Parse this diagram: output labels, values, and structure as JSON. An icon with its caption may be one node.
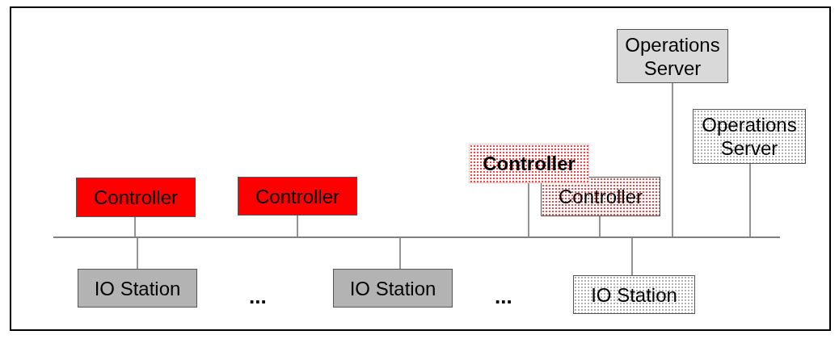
{
  "diagram": {
    "nodes": [
      {
        "text": [
          "Operations Server"
        ]
      },
      {
        "text": [
          "Operations Server"
        ]
      },
      {
        "text": [
          "Controller"
        ]
      },
      {
        "text": [
          "Controller"
        ]
      },
      {
        "text": [
          "Controller"
        ]
      },
      {
        "text": [
          "Controller"
        ]
      },
      {
        "text": [],
        "shape": "bar"
      },
      {
        "text": [
          "IO Station"
        ]
      },
      {
        "text": [
          "IO Station"
        ]
      },
      {
        "text": [
          "IO Station"
        ]
      }
    ],
    "edges": [
      {
        "from": 3,
        "to": 6,
        "arrow": "none"
      },
      {
        "from": 4,
        "to": 6,
        "arrow": "none"
      },
      {
        "from": 2,
        "to": 6,
        "arrow": "none"
      },
      {
        "from": 5,
        "to": 6,
        "arrow": "none"
      },
      {
        "from": 0,
        "to": 6,
        "arrow": "none"
      },
      {
        "from": 1,
        "to": 6,
        "arrow": "none"
      },
      {
        "from": 7,
        "to": 6,
        "arrow": "none"
      },
      {
        "from": 8,
        "to": 6,
        "arrow": "none"
      },
      {
        "from": 9,
        "to": 6,
        "arrow": "none"
      }
    ],
    "labels": [
      "...",
      "..."
    ]
  }
}
